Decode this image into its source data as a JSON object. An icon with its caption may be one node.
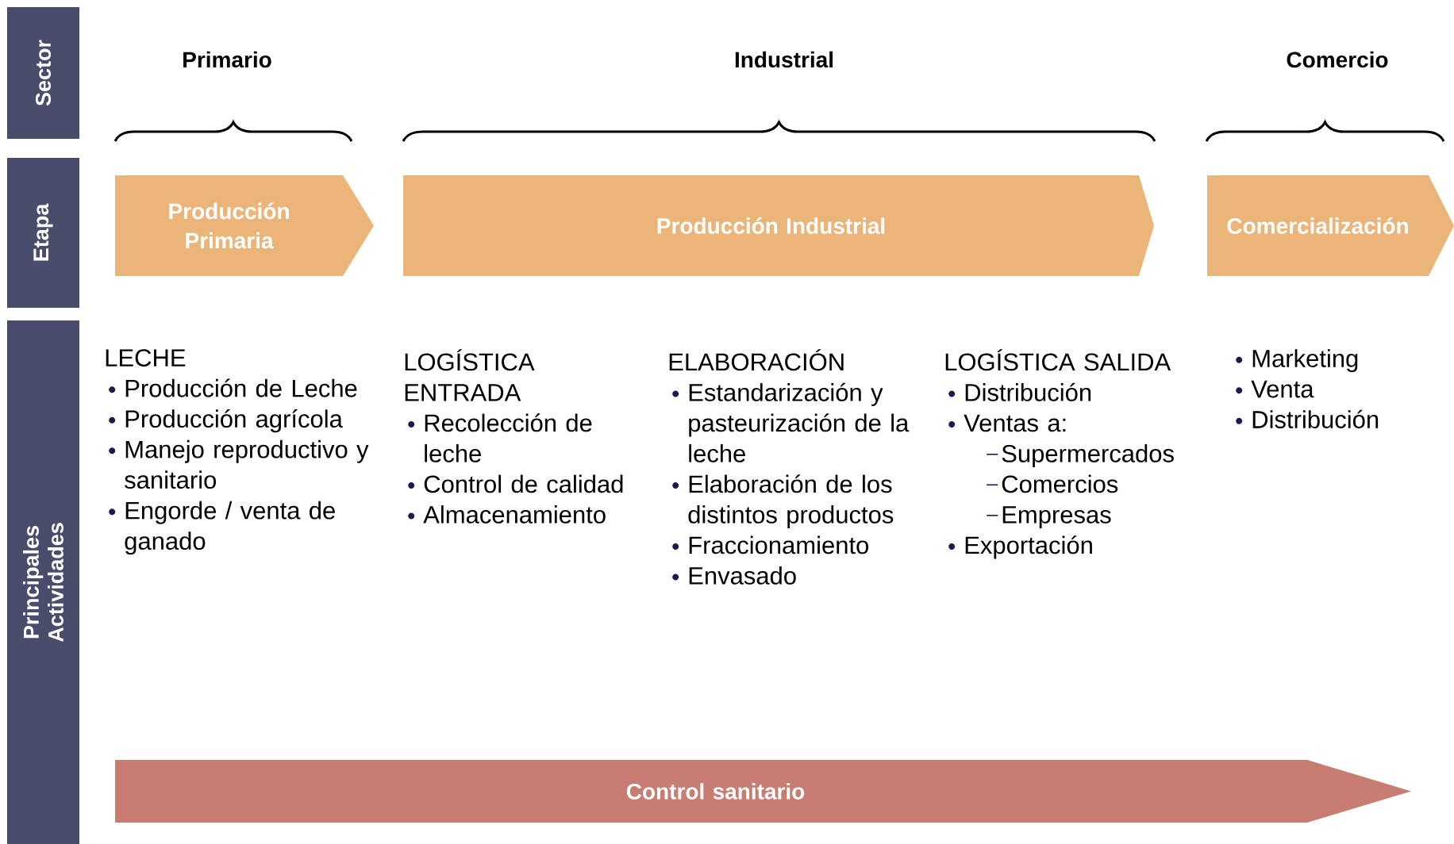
{
  "diagram": {
    "nodes": [
      {
        "text": [
          "Sector"
        ]
      },
      {
        "text": [
          "Etapa"
        ]
      },
      {
        "text": [
          "Principales Actividades"
        ]
      },
      {
        "text": [
          "Producción Primaria"
        ]
      },
      {
        "text": [
          "Producción Industrial"
        ]
      },
      {
        "text": [
          "Comercialización"
        ]
      },
      {
        "text": [
          "Control sanitario"
        ]
      }
    ],
    "labels": [
      "Primario",
      "Industrial",
      "Comercio",
      "LECHE",
      "Producción de Leche",
      "Producción agrícola",
      "Manejo reproductivo y sanitario",
      "Engorde / venta de ganado",
      "LOGÍSTICA ENTRADA",
      "Recolección de leche",
      "Control de calidad",
      "Almacenamiento",
      "ELABORACIÓN",
      "Estandarización y pasteurización de la leche",
      "Elaboración de los distintos productos",
      "Fraccionamiento",
      "Envasado",
      "LOGÍSTICA SALIDA",
      "Distribución",
      "Ventas a:",
      "Supermercados",
      "Comercios",
      "Empresas",
      "Exportación",
      "Marketing",
      "Venta",
      "Distribución"
    ]
  }
}
